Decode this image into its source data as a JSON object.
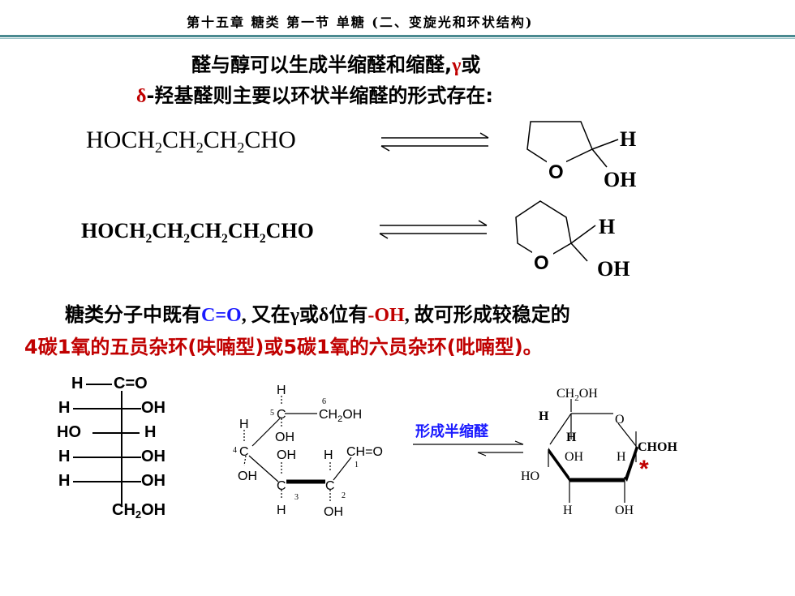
{
  "header": {
    "title": "第十五章 糖类 第一节 单糖 (二、变旋光和环状结构)"
  },
  "intro": {
    "line1": "醛与醇可以生成半缩醛和缩醛,",
    "gamma": "γ",
    "line1_end": "或",
    "delta": "δ",
    "line2": "-羟基醛则主要以环状半缩醛的形式存在:"
  },
  "reaction1": {
    "reactant": [
      "HOCH",
      "2",
      "CH",
      "2",
      "CH",
      "2",
      "CHO"
    ],
    "ring_o": "O",
    "sub_h": "H",
    "sub_oh": "OH"
  },
  "reaction2": {
    "reactant": [
      "HOCH",
      "2",
      "CH",
      "2",
      "CH",
      "2",
      "CH",
      "2",
      "CHO"
    ],
    "ring_o": "O",
    "sub_h": "H",
    "sub_oh": "OH"
  },
  "sentence": {
    "p1": "糖类分子中既有",
    "co": "C=O",
    "p2": ", 又在",
    "gamma": "γ",
    "p3": "或",
    "delta": "δ",
    "p4": "位有",
    "oh": "-OH",
    "p5": ", 故可形成较稳定的",
    "line2": "4碳1氧的五员杂环(呋喃型)或5碳1氧的六员杂环(吡喃型)。"
  },
  "fischer": {
    "top_h": "H",
    "top_group": "C=O",
    "rows": [
      {
        "left": "H",
        "right": "OH"
      },
      {
        "left": "HO",
        "right": "H"
      },
      {
        "left": "H",
        "right": "OH"
      },
      {
        "left": "H",
        "right": "OH"
      }
    ],
    "bottom_main": "CH",
    "bottom_sub": "2",
    "bottom_end": "OH"
  },
  "chain": {
    "labels": {
      "h_top": "H",
      "num6": "6",
      "num5": "5",
      "c5": "C",
      "ch2oh": "CH",
      "ch2oh_sub": "2",
      "ch2oh_end": "OH",
      "h_c5": "H",
      "oh_c5": "OH",
      "num4": "4",
      "c4": "C",
      "oh_c3_top": "OH",
      "h_c2_top": "H",
      "cho": "CH=O",
      "num1": "1",
      "oh_c4": "OH",
      "c3": "C",
      "c2": "C",
      "num3": "3",
      "num2": "2",
      "h_c3_bottom": "H",
      "oh_c2_bottom": "OH"
    }
  },
  "arrow": {
    "label": "形成半缩醛"
  },
  "haworth": {
    "ch2oh": "CH",
    "ch2oh_sub": "2",
    "ch2oh_end": "OH",
    "h_c5": "H",
    "ring_o": "O",
    "h_c4": "H",
    "oh_c3": "OH",
    "h_c2": "H",
    "choh": "CHOH",
    "ho_c4": "HO",
    "h_bottom": "H",
    "oh_bottom": "OH",
    "star": "*"
  },
  "colors": {
    "red": "#c00000",
    "blue": "#1a1aff",
    "header_line": "#4a8a90"
  }
}
